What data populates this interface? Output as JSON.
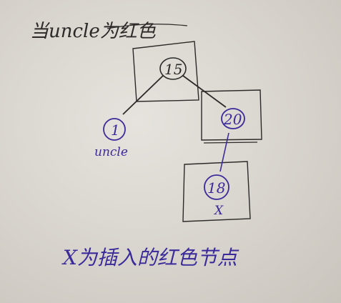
{
  "diagram": {
    "title": "当uncle为红色",
    "root_node": {
      "label": "15"
    },
    "left_node": {
      "label": "1",
      "tag": "uncle"
    },
    "right_node": {
      "label": "20"
    },
    "inserted_node": {
      "label": "18",
      "tag": "X"
    },
    "caption": "X为插入的红色节点"
  },
  "colors": {
    "pencil": "#2b2a28",
    "blue_ink": "#3a2a9a",
    "paper": "#dedad3"
  }
}
